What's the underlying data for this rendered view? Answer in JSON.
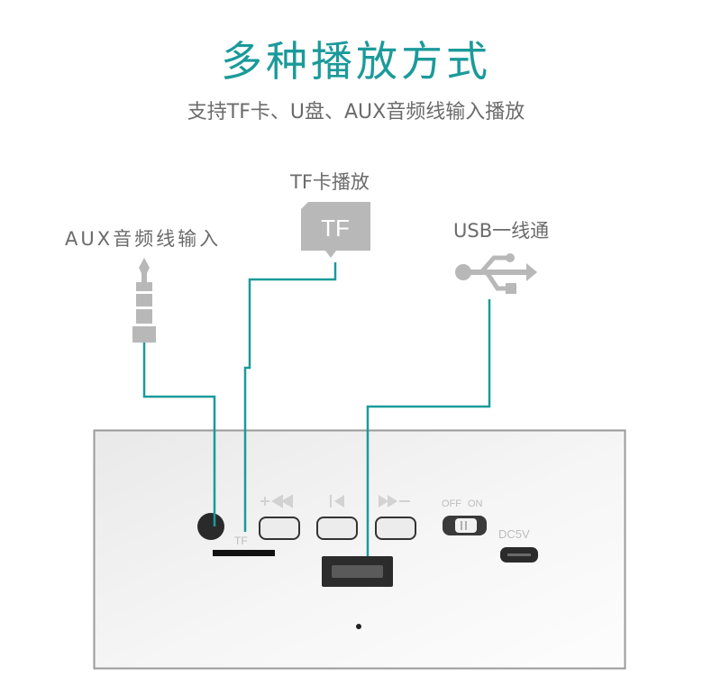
{
  "header": {
    "title": "多种播放方式",
    "subtitle": "支持TF卡、U盘、AUX音频线输入播放"
  },
  "callouts": {
    "tf_label": "TF卡播放",
    "aux_label": "AUX音频线输入",
    "usb_label": "USB一线通"
  },
  "device": {
    "tf_slot_label": "TF",
    "switch_off": "OFF",
    "switch_on": "ON",
    "power_label": "DC5V",
    "tf_card_text": "TF"
  },
  "colors": {
    "accent": "#1b9a9a",
    "icon_gray": "#b8b8b8",
    "text_gray": "#6b6b6b"
  }
}
